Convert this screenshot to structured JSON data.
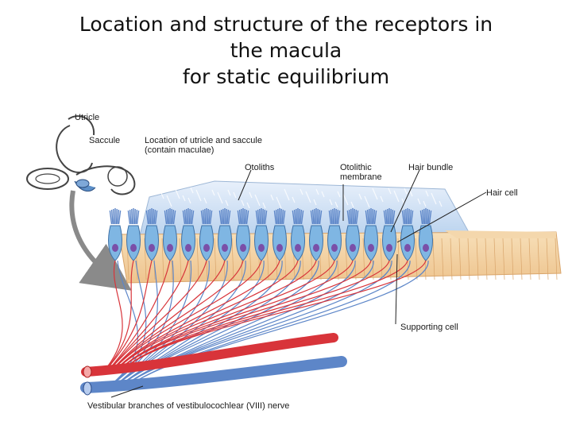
{
  "title": {
    "line1": "Location and structure of the receptors in",
    "line2": "the macula",
    "line3": "for static equilibrium"
  },
  "labels": {
    "utricle": "Utricle",
    "saccule": "Saccule",
    "location_line1": "Location of utricle and saccule",
    "location_line2": "(contain maculae)",
    "otoliths": "Otoliths",
    "otolithic_line1": "Otolithic",
    "otolithic_line2": "membrane",
    "hair_bundle": "Hair bundle",
    "hair_cell": "Hair cell",
    "supporting_cell": "Supporting cell",
    "nerve": "Vestibular branches of vestibulocochlear (VIII) nerve"
  },
  "colors": {
    "membrane": "#cfe0f4",
    "epithelium": "#f3d4a6",
    "hair_cell": "#7fb6e3",
    "nucleus": "#7a4fa8",
    "nerve_red": "#d8343a",
    "nerve_blue": "#5d86c8"
  }
}
